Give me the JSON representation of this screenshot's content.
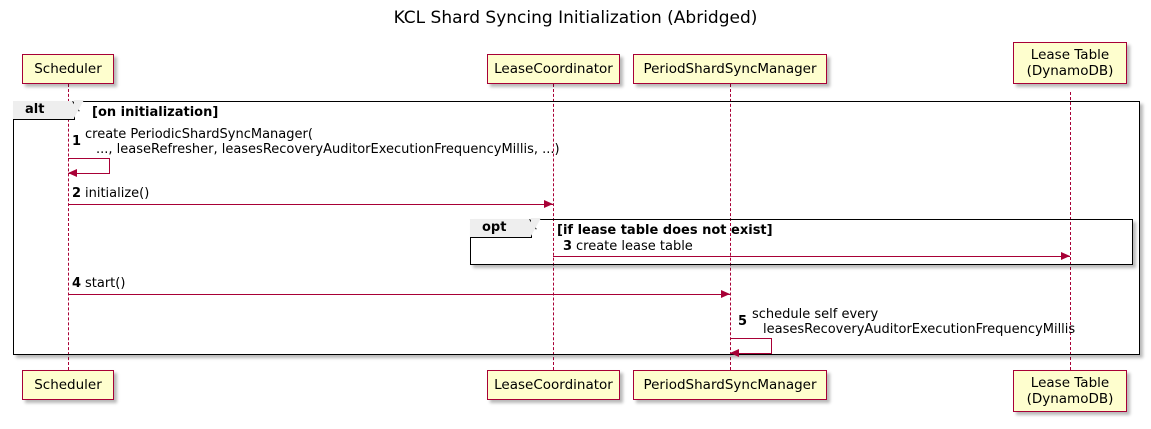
{
  "diagram": {
    "title": "KCL Shard Syncing Initialization (Abridged)",
    "type": "uml-sequence-diagram",
    "colors": {
      "participant_fill": "#FEFECE",
      "participant_border": "#A80036",
      "message_line": "#A80036",
      "fragment_border": "#000000",
      "fragment_label_fill": "#EEEEEE",
      "background": "#FFFFFF"
    }
  },
  "participants": [
    {
      "id": "scheduler",
      "label_line1": "Scheduler",
      "label_line2": ""
    },
    {
      "id": "lease-coordinator",
      "label_line1": "LeaseCoordinator",
      "label_line2": ""
    },
    {
      "id": "period-shard-sync-manager",
      "label_line1": "PeriodShardSyncManager",
      "label_line2": ""
    },
    {
      "id": "lease-table",
      "label_line1": "Lease Table",
      "label_line2": "(DynamoDB)"
    }
  ],
  "fragments": [
    {
      "id": "alt-fragment",
      "operator": "alt",
      "guard": "[on initialization]"
    },
    {
      "id": "opt-fragment",
      "operator": "opt",
      "guard": "[if lease table does not exist]"
    }
  ],
  "messages": [
    {
      "seq": "1",
      "from": "scheduler",
      "to": "scheduler",
      "kind": "self",
      "label_line1": "create PeriodicShardSyncManager(",
      "label_line2": "..., leaseRefresher, leasesRecoveryAuditorExecutionFrequencyMillis, ...)"
    },
    {
      "seq": "2",
      "from": "scheduler",
      "to": "lease-coordinator",
      "kind": "call",
      "label_line1": "initialize()",
      "label_line2": ""
    },
    {
      "seq": "3",
      "from": "lease-coordinator",
      "to": "lease-table",
      "kind": "call",
      "label_line1": "create lease table",
      "label_line2": ""
    },
    {
      "seq": "4",
      "from": "scheduler",
      "to": "period-shard-sync-manager",
      "kind": "call",
      "label_line1": "start()",
      "label_line2": ""
    },
    {
      "seq": "5",
      "from": "period-shard-sync-manager",
      "to": "period-shard-sync-manager",
      "kind": "self",
      "label_line1": "schedule self every",
      "label_line2": "leasesRecoveryAuditorExecutionFrequencyMillis"
    }
  ]
}
